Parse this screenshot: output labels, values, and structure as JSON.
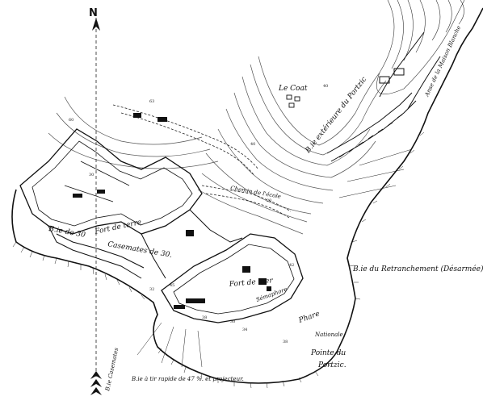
{
  "map": {
    "north_letter": "N",
    "labels": {
      "le_coat": "Le Coat",
      "bie_exterieure": "B.ie extérieure du Portzic",
      "anse": "Anse de la Maison Blanche",
      "chemin": "Chemin de l'école",
      "bie_30": "B.ie de 30",
      "fort_terre": "Fort de terre",
      "casemates": "Casemates de 30.",
      "fort_mer": "Fort de mer",
      "retranchement": "B.ie du Retranchement (Désarmée)",
      "semaphore": "Sémaphore",
      "phare": "Phare",
      "nationale": "Nationale.",
      "pointe": "Pointe du",
      "portzic": "Portzic.",
      "bie_tir": "B.ie à tir rapide de 47 %. et projecteur.",
      "bie_casemates": "B.ie Casemates"
    },
    "elevations": [
      "63",
      "40",
      "60",
      "30",
      "40",
      "20",
      "42",
      "45",
      "38",
      "30",
      "34",
      "38",
      "32"
    ]
  }
}
